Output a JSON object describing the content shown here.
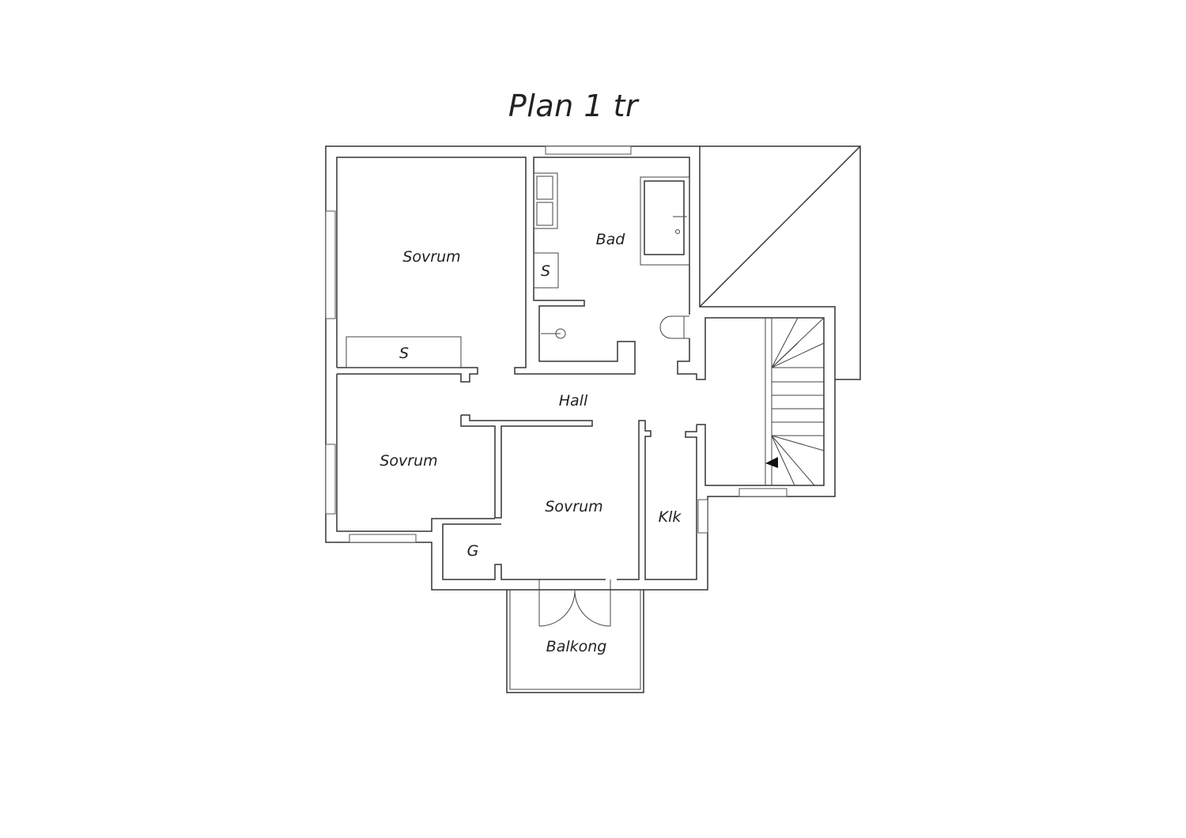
{
  "title": "Plan 1 tr",
  "rooms": {
    "sovrum_1": "Sovrum",
    "closet_1": "S",
    "bad": "Bad",
    "bad_closet": "S",
    "hall": "Hall",
    "sovrum_2": "Sovrum",
    "sovrum_3": "Sovrum",
    "garderob": "G",
    "klk": "Klk",
    "balkong": "Balkong"
  }
}
